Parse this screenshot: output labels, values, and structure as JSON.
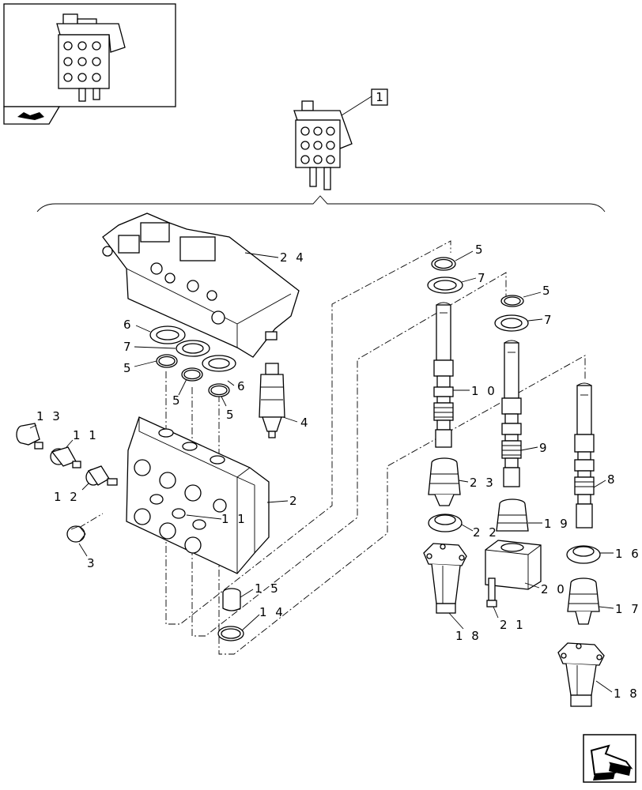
{
  "reference_box_label": "1",
  "callouts": [
    {
      "id": "c24",
      "text": "2 4"
    },
    {
      "id": "c6a",
      "text": "6"
    },
    {
      "id": "c7a",
      "text": "7"
    },
    {
      "id": "c5a",
      "text": "5"
    },
    {
      "id": "c5b",
      "text": "5"
    },
    {
      "id": "c6b",
      "text": "6"
    },
    {
      "id": "c5c",
      "text": "5"
    },
    {
      "id": "c4",
      "text": "4"
    },
    {
      "id": "c13",
      "text": "1 3"
    },
    {
      "id": "c11a",
      "text": "1 1"
    },
    {
      "id": "c12",
      "text": "1 2"
    },
    {
      "id": "c2",
      "text": "2"
    },
    {
      "id": "c11b",
      "text": "1 1"
    },
    {
      "id": "c3",
      "text": "3"
    },
    {
      "id": "c15",
      "text": "1 5"
    },
    {
      "id": "c14",
      "text": "1 4"
    },
    {
      "id": "c5d",
      "text": "5"
    },
    {
      "id": "c7b",
      "text": "7"
    },
    {
      "id": "c5e",
      "text": "5"
    },
    {
      "id": "c7c",
      "text": "7"
    },
    {
      "id": "c10",
      "text": "1 0"
    },
    {
      "id": "c9",
      "text": "9"
    },
    {
      "id": "c8",
      "text": "8"
    },
    {
      "id": "c23",
      "text": "2 3"
    },
    {
      "id": "c22",
      "text": "2 2"
    },
    {
      "id": "c19",
      "text": "1 9"
    },
    {
      "id": "c16",
      "text": "1 6"
    },
    {
      "id": "c20",
      "text": "2 0"
    },
    {
      "id": "c17",
      "text": "1 7"
    },
    {
      "id": "c18a",
      "text": "1 8"
    },
    {
      "id": "c21",
      "text": "2 1"
    },
    {
      "id": "c18b",
      "text": "1 8"
    }
  ]
}
